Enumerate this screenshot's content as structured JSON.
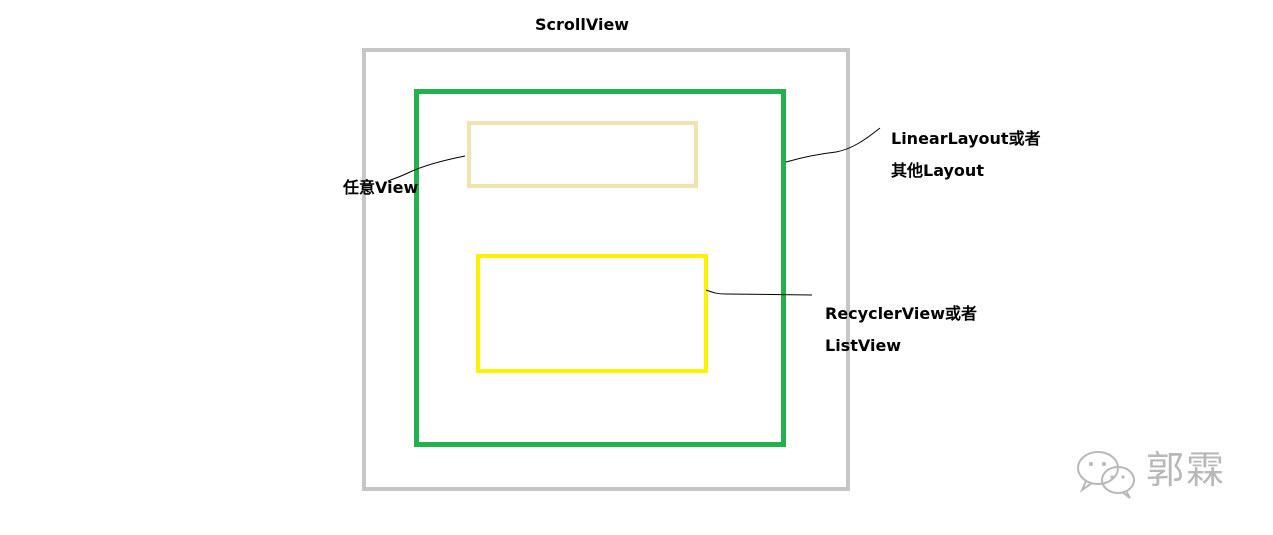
{
  "labels": {
    "scrollview": "ScrollView",
    "any_view": "任意View",
    "linear_line1": "LinearLayout或者",
    "linear_line2": "其他Layout",
    "recycler_line1": "RecyclerView或者",
    "recycler_line2": "ListView"
  },
  "colors": {
    "scrollview_border": "#c6c6c6",
    "layout_border": "#22b14c",
    "any_view_border": "#efe4b0",
    "recycler_border": "#fff200",
    "watermark": "#b8b8b8"
  },
  "watermark": {
    "icon": "wechat-icon",
    "text": "郭霖"
  }
}
